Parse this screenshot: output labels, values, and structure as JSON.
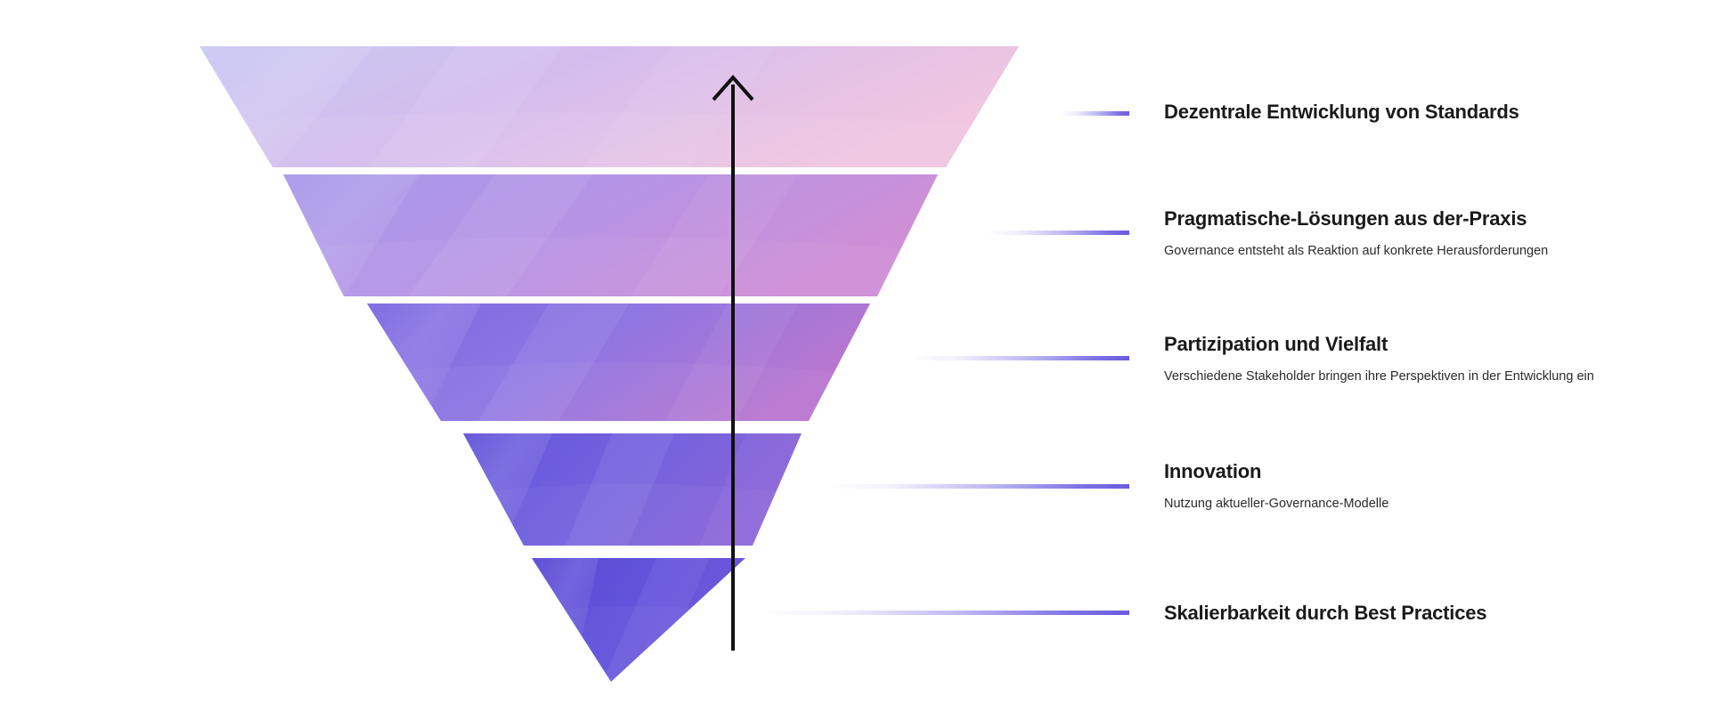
{
  "diagram": {
    "type": "inverted-funnel",
    "orientation": "bottom-up-arrow",
    "background_color": "#ffffff",
    "accent_color": "#6b5ce0",
    "arrow": {
      "color": "#111111",
      "direction": "up",
      "name": "upward-progress-arrow"
    },
    "funnel_gradient": {
      "top_left": "#c9c9f2",
      "top_right": "#f0c6e0",
      "bottom": "#5b4cd6"
    }
  },
  "stages": [
    {
      "index": 1,
      "title": "Dezentrale Entwicklung von Standards",
      "subtitle": "",
      "connector_color": "#6b5ce0"
    },
    {
      "index": 2,
      "title": "Pragmatische-Lösungen aus der-Praxis",
      "subtitle": "Governance entsteht als Reaktion auf konkrete Herausforderungen",
      "connector_color": "#6b5ce0"
    },
    {
      "index": 3,
      "title": "Partizipation und Vielfalt",
      "subtitle": "Verschiedene Stakeholder bringen ihre Perspektiven in der Entwicklung ein",
      "connector_color": "#6b5ce0"
    },
    {
      "index": 4,
      "title": "Innovation",
      "subtitle": "Nutzung aktueller-Governance-Modelle",
      "connector_color": "#6b5ce0"
    },
    {
      "index": 5,
      "title": "Skalierbarkeit durch Best Practices",
      "subtitle": "",
      "connector_color": "#6b5ce0"
    }
  ],
  "chart_data": {
    "type": "funnel",
    "title": "",
    "orientation": "inverted",
    "categories": [
      "Dezentrale Entwicklung von Standards",
      "Pragmatische-Lösungen aus der-Praxis",
      "Partizipation und Vielfalt",
      "Innovation",
      "Skalierbarkeit durch Best Practices"
    ],
    "values": [
      100,
      82,
      64,
      42,
      22
    ],
    "xlabel": "",
    "ylabel": "",
    "legend_position": "right",
    "grid": false
  }
}
